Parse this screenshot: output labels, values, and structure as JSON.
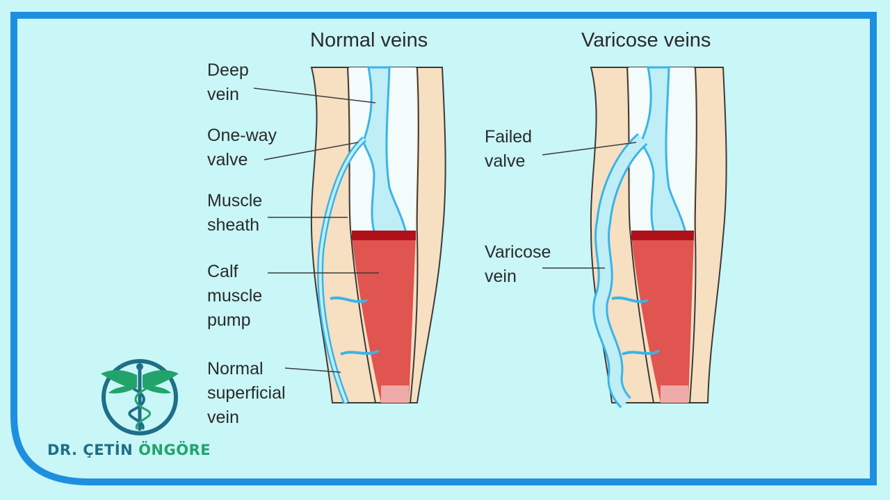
{
  "diagram": {
    "normal_title": "Normal veins",
    "varicose_title": "Varicose veins",
    "labels_normal": {
      "deep_vein": [
        "Deep",
        "vein"
      ],
      "one_way_valve": [
        "One-way",
        "valve"
      ],
      "muscle_sheath": [
        "Muscle",
        "sheath"
      ],
      "calf_muscle_pump": [
        "Calf",
        "muscle",
        "pump"
      ],
      "normal_superficial_vein": [
        "Normal",
        "superficial",
        "vein"
      ]
    },
    "labels_varicose": {
      "failed_valve": [
        "Failed",
        "valve"
      ],
      "varicose_vein": [
        "Varicose",
        "vein"
      ]
    }
  },
  "brand": {
    "name_part1": "DR. ÇETİN ",
    "name_part2": "ÖNGÖRE"
  },
  "colors": {
    "background": "#c9f6f7",
    "border": "#1e8fe0",
    "skin": "#f7dfc2",
    "vein": "#bfeef7",
    "vein_outline": "#39b4e8",
    "muscle": "#e0554f",
    "muscle_dark": "#b0101a",
    "brand_blue": "#1f6f87",
    "brand_green": "#22a36c"
  }
}
